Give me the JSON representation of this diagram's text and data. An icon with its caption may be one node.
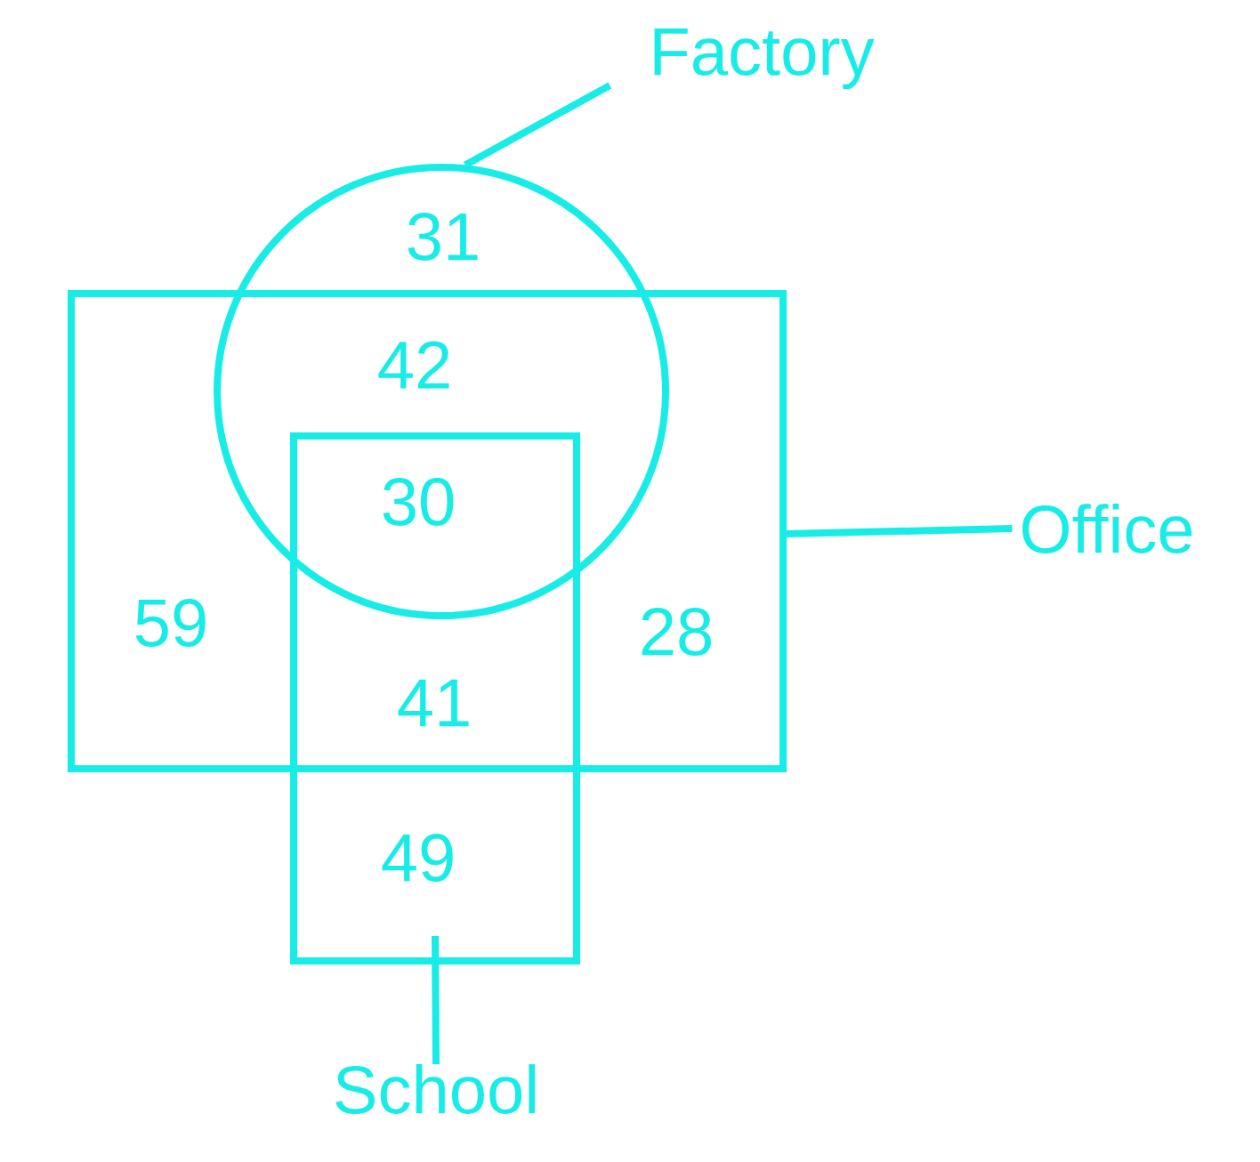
{
  "diagram": {
    "nodes": [
      {
        "text": [
          "Factory"
        ]
      },
      {
        "text": [],
        "shape": "circle"
      },
      {
        "text": [
          "Office"
        ]
      },
      {
        "text": [],
        "shape": "box"
      },
      {
        "text": [
          "School"
        ]
      },
      {
        "text": [],
        "shape": "box"
      }
    ],
    "edges": [
      {
        "from": 0,
        "to": 1,
        "arrow": "none"
      },
      {
        "from": 2,
        "to": 3,
        "arrow": "none"
      },
      {
        "from": 4,
        "to": 5,
        "arrow": "none"
      }
    ],
    "labels": [
      "31",
      "42",
      "30",
      "59",
      "28",
      "41",
      "49"
    ]
  }
}
